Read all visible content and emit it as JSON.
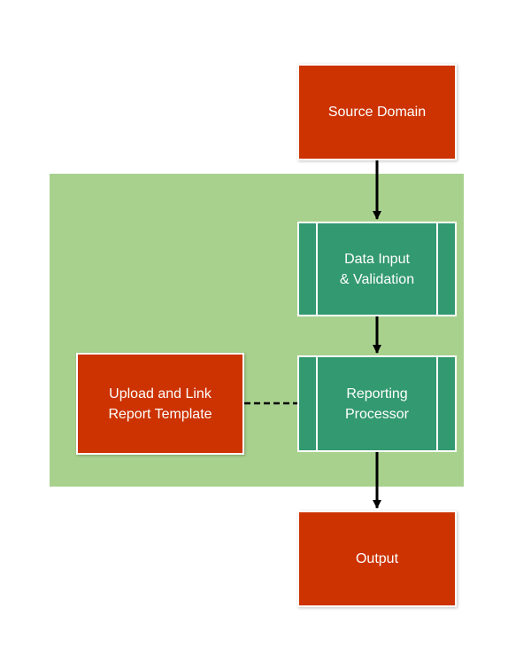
{
  "diagram": {
    "region_color": "#a9d18e",
    "red_color": "#cc3300",
    "green_color": "#339970",
    "nodes": {
      "source_domain": "Source Domain",
      "data_input": "Data Input\n& Validation",
      "reporting_processor": "Reporting\nProcessor",
      "upload_template": "Upload and Link\nReport Template",
      "output": "Output"
    }
  }
}
